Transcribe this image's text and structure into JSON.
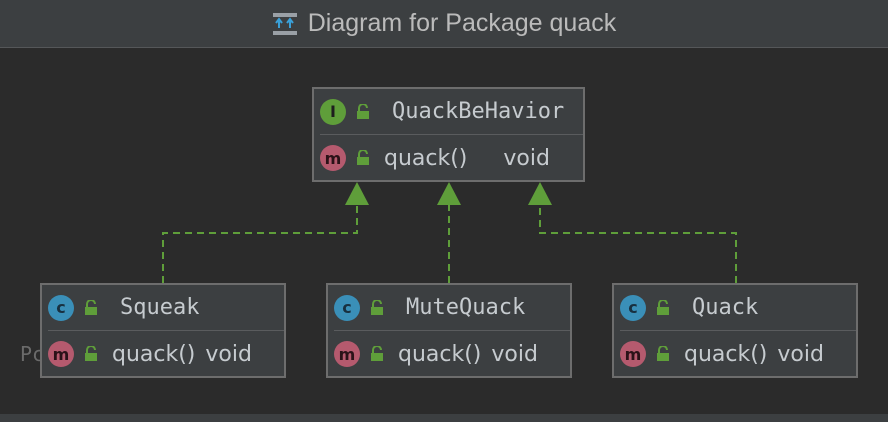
{
  "window": {
    "title": "Diagram for Package quack"
  },
  "hidden_label": "Pc",
  "interface": {
    "badge": "I",
    "name": "QuackBeHavior",
    "method": {
      "badge": "m",
      "name": "quack()",
      "type": "void"
    }
  },
  "classes": [
    {
      "badge": "c",
      "name": "Squeak",
      "method": {
        "badge": "m",
        "name": "quack()",
        "type": "void"
      }
    },
    {
      "badge": "c",
      "name": "MuteQuack",
      "method": {
        "badge": "m",
        "name": "quack()",
        "type": "void"
      }
    },
    {
      "badge": "c",
      "name": "Quack",
      "method": {
        "badge": "m",
        "name": "quack()",
        "type": "void"
      }
    }
  ],
  "colors": {
    "background": "#2b2b2b",
    "node_fill": "#3c3f41",
    "edge": "#5f9e3a",
    "interface_badge": "#5f9e3a",
    "class_badge": "#3a8fb8",
    "method_badge": "#b55a6e"
  }
}
